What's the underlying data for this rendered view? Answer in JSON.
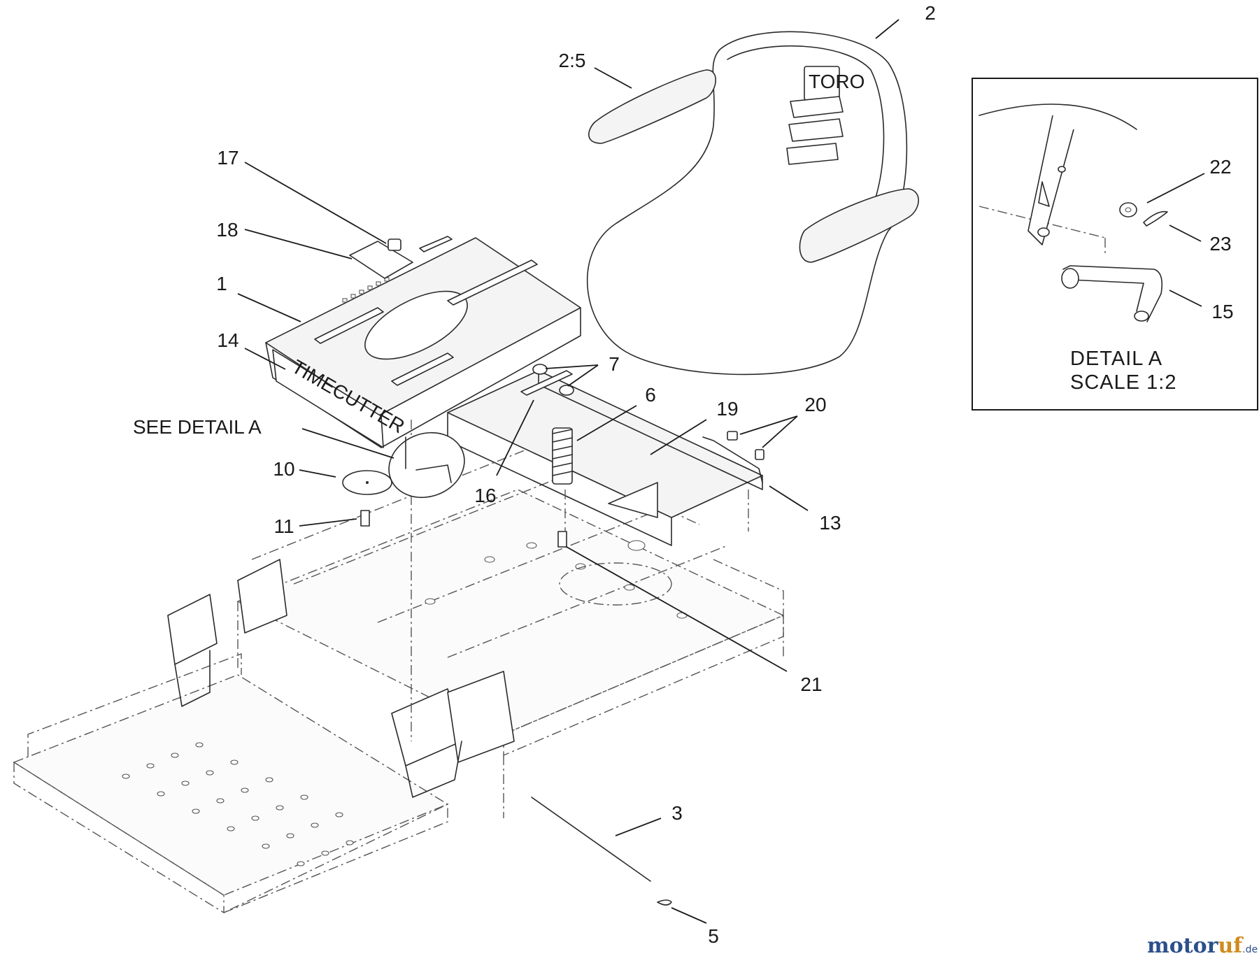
{
  "callouts": [
    {
      "id": "c2",
      "text": "2"
    },
    {
      "id": "c25",
      "text": "2:5"
    },
    {
      "id": "c17",
      "text": "17"
    },
    {
      "id": "c18",
      "text": "18"
    },
    {
      "id": "c1",
      "text": "1"
    },
    {
      "id": "c14",
      "text": "14"
    },
    {
      "id": "c7",
      "text": "7"
    },
    {
      "id": "c6",
      "text": "6"
    },
    {
      "id": "c19",
      "text": "19"
    },
    {
      "id": "c20",
      "text": "20"
    },
    {
      "id": "c10",
      "text": "10"
    },
    {
      "id": "c11",
      "text": "11"
    },
    {
      "id": "c16",
      "text": "16"
    },
    {
      "id": "c13",
      "text": "13"
    },
    {
      "id": "c21",
      "text": "21"
    },
    {
      "id": "c3",
      "text": "3"
    },
    {
      "id": "c5",
      "text": "5"
    },
    {
      "id": "c22",
      "text": "22"
    },
    {
      "id": "c23",
      "text": "23"
    },
    {
      "id": "c15",
      "text": "15"
    }
  ],
  "see_detail_label": "SEE DETAIL  A",
  "detail_box": {
    "title": "DETAIL  A",
    "scale": "SCALE  1:2"
  },
  "panel_decal_text": "TIMECUTTER",
  "seat_logo_text": "TORO",
  "watermark": {
    "part_a": "motor",
    "part_b": "uf",
    "suffix": ".de"
  }
}
